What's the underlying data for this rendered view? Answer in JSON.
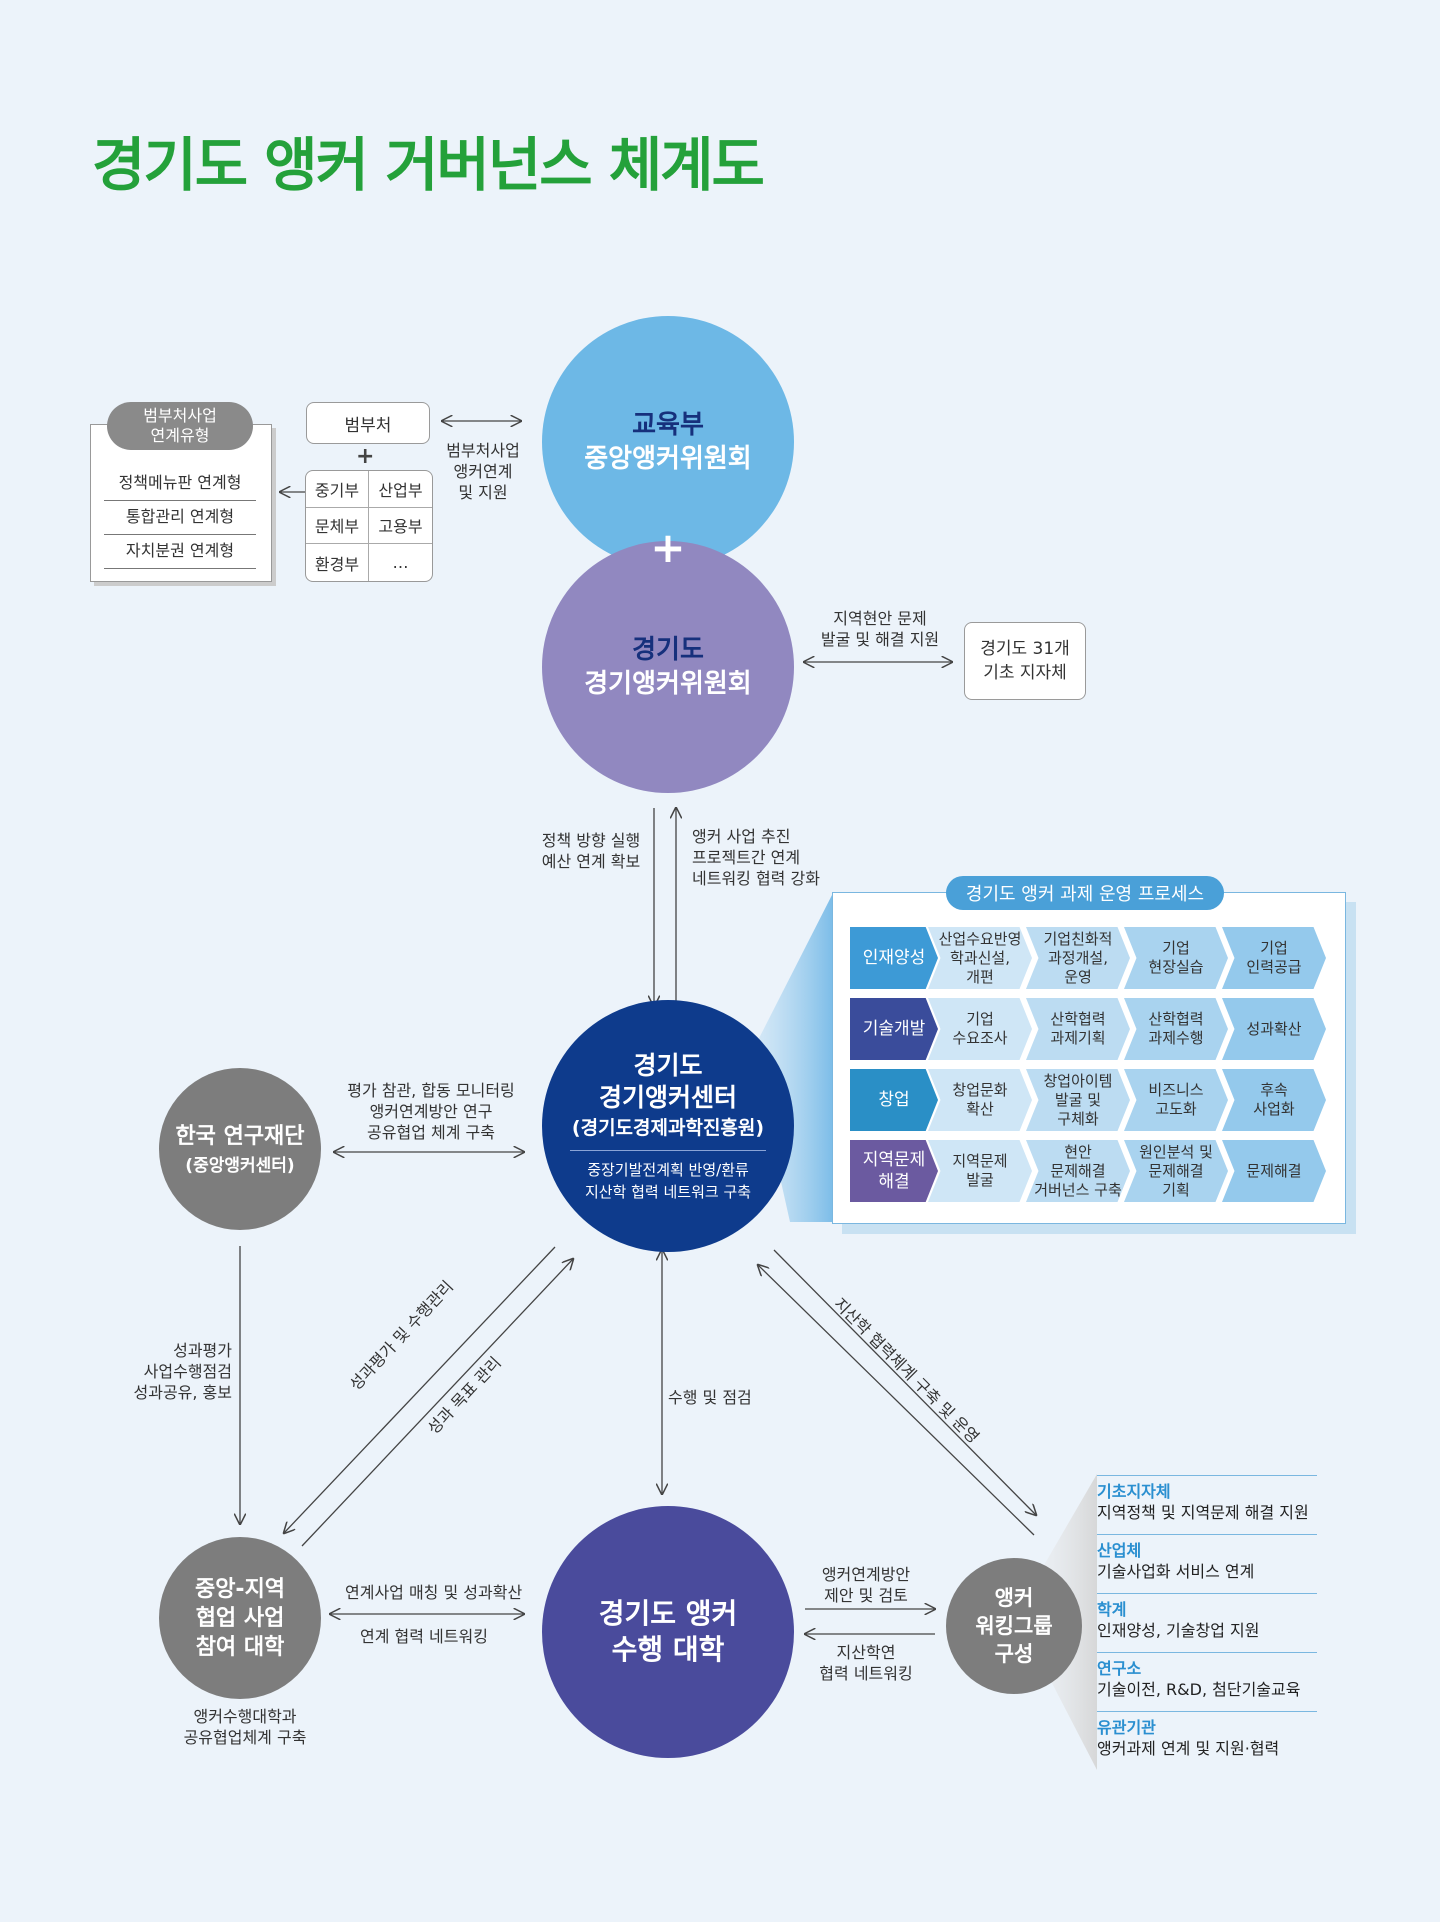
{
  "title": "경기도 앵커 거버넌스 체계도",
  "moe_circle": {
    "line1": "교육부",
    "line2": "중앙앵커위원회"
  },
  "plus": "+",
  "gyeonggi_circle": {
    "line1": "경기도",
    "line2": "경기앵커위원회"
  },
  "center_circle": {
    "line1": "경기도",
    "line2": "경기앵커센터",
    "line3": "(경기도경제과학진흥원)",
    "sub1": "중장기발전계획 반영/환류",
    "sub2": "지산학 협력 네트워크 구축"
  },
  "nrf_circle": {
    "line1": "한국 연구재단",
    "line2": "(중앙앵커센터)"
  },
  "univ_circle": {
    "line1": "경기도 앵커",
    "line2": "수행 대학"
  },
  "coop_circle": {
    "line1": "중앙-지역",
    "line2": "협업 사업",
    "line3": "참여 대학"
  },
  "wg_circle": {
    "line1": "앵커",
    "line2": "워킹그룹",
    "line3": "구성"
  },
  "ministry": {
    "box": "범부처",
    "plus": "+",
    "cells": [
      "중기부",
      "산업부",
      "문체부",
      "고용부",
      "환경부",
      "…"
    ],
    "types_tag": [
      "범부처사업",
      "연계유형"
    ],
    "types": [
      "정책메뉴판 연계형",
      "통합관리 연계형",
      "자치분권 연계형"
    ],
    "arrow_label": [
      "범부처사업",
      "앵커연계",
      "및 지원"
    ]
  },
  "municipality": {
    "box": [
      "경기도 31개",
      "기초 지자체"
    ],
    "label": [
      "지역현안 문제",
      "발굴 및 해결 지원"
    ]
  },
  "labels": {
    "policy": [
      "정책 방향 실행",
      "예산 연계 확보"
    ],
    "project": [
      "앵커 사업 추진",
      "프로젝트간 연계",
      "네트워킹 협력 강화"
    ],
    "eval": [
      "평가 참관, 합동 모니터링",
      "앵커연계방안 연구",
      "공유협업 체계 구축"
    ],
    "perf": [
      "성과평가",
      "사업수행점검",
      "성과공유, 홍보"
    ],
    "diag1": "성과평가 및 수행관리",
    "diag2": "성과 목표 관리",
    "diag3": "지산학 협력체계 구축 및 운영",
    "exec": "수행 및 점검",
    "match": "연계사업 매칭 및 성과확산",
    "network": "연계 협력 네트워킹",
    "coop_note": [
      "앵커수행대학과",
      "공유협업체계 구축"
    ],
    "proposal": [
      "앵커연계방안",
      "제안 및 검토"
    ],
    "jisan": [
      "지산학연",
      "협력 네트워킹"
    ]
  },
  "process": {
    "tag": "경기도 앵커 과제 운영 프로세스",
    "rows": [
      {
        "head": "인재양성",
        "color": "#3d9ad6",
        "cells": [
          "산업수요반영\n학과신설,\n개편",
          "기업친화적\n과정개설,\n운영",
          "기업\n현장실습",
          "기업\n인력공급"
        ]
      },
      {
        "head": "기술개발",
        "color": "#3a4c9b",
        "cells": [
          "기업\n수요조사",
          "산학협력\n과제기획",
          "산학협력\n과제수행",
          "성과확산"
        ]
      },
      {
        "head": "창업",
        "color": "#2a8fc6",
        "cells": [
          "창업문화\n확산",
          "창업아이템\n발굴 및\n구체화",
          "비즈니스\n고도화",
          "후속\n사업화"
        ]
      },
      {
        "head": "지역문제\n해결",
        "color": "#6b5aa0",
        "cells": [
          "지역문제\n발굴",
          "현안\n문제해결\n거버넌스 구축",
          "원인분석 및\n문제해결\n기획",
          "문제해결"
        ]
      }
    ]
  },
  "working_group": [
    {
      "name": "기초지자체",
      "desc": "지역정책 및 지역문제 해결 지원"
    },
    {
      "name": "산업체",
      "desc": "기술사업화 서비스 연계"
    },
    {
      "name": "학계",
      "desc": "인재양성, 기술창업 지원"
    },
    {
      "name": "연구소",
      "desc": "기술이전, R&D, 첨단기술교육"
    },
    {
      "name": "유관기관",
      "desc": "앵커과제 연계 및 지원·협력"
    }
  ]
}
